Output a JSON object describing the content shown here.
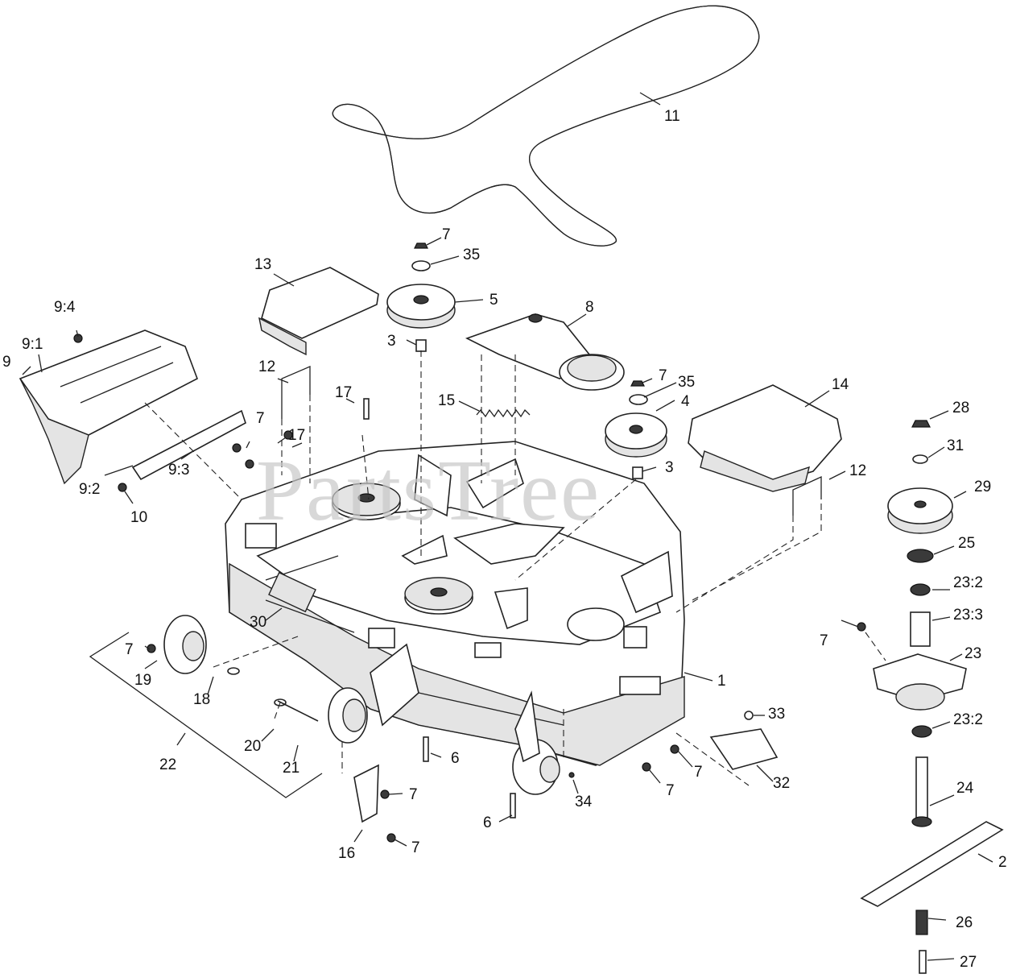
{
  "watermark": "PartsTree",
  "labels": {
    "l1": "1",
    "l2": "2",
    "l3a": "3",
    "l3b": "3",
    "l4": "4",
    "l5": "5",
    "l6a": "6",
    "l6b": "6",
    "l7a": "7",
    "l7b": "7",
    "l7c": "7",
    "l7d": "7",
    "l7e": "7",
    "l7f": "7",
    "l7g": "7",
    "l7h": "7",
    "l7i": "7",
    "l8": "8",
    "l9": "9",
    "l9_1": "9:1",
    "l9_2": "9:2",
    "l9_3": "9:3",
    "l9_4": "9:4",
    "l10": "10",
    "l11": "11",
    "l12a": "12",
    "l12b": "12",
    "l13": "13",
    "l14": "14",
    "l15": "15",
    "l16": "16",
    "l17a": "17",
    "l17b": "17",
    "l18": "18",
    "l19": "19",
    "l20": "20",
    "l21": "21",
    "l22": "22",
    "l23": "23",
    "l23_2a": "23:2",
    "l23_2b": "23:2",
    "l23_3": "23:3",
    "l24": "24",
    "l25": "25",
    "l26": "26",
    "l27": "27",
    "l28": "28",
    "l29": "29",
    "l30": "30",
    "l31": "31",
    "l32": "32",
    "l33": "33",
    "l34": "34",
    "l35a": "35",
    "l35b": "35"
  }
}
